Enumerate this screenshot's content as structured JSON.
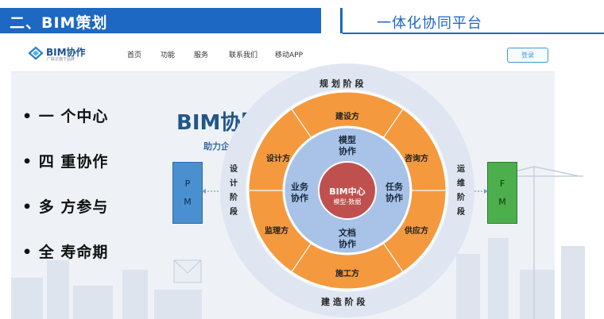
{
  "header": {
    "section_title": "二、BIM策划",
    "platform_title": "一体化协同平台"
  },
  "site": {
    "logo_text": "BIM协作",
    "logo_sub": "广联达旗下品牌",
    "nav": [
      "首页",
      "功能",
      "服务",
      "联系我们",
      "移动APP"
    ],
    "login": "登录",
    "hero_title": "BIM协同",
    "hero_sub": "助力企",
    "pm": [
      "P",
      "M"
    ],
    "fm": [
      "F",
      "M"
    ]
  },
  "bullets": [
    "• 一 个中心",
    "• 四 重协作",
    "• 多 方参与",
    "• 全 寿命期"
  ],
  "phases": {
    "top": "规 划 阶 段",
    "bottom": "建 造 阶 段",
    "left": [
      "设",
      "计",
      "阶",
      "段"
    ],
    "right": [
      "运",
      "维",
      "阶",
      "段"
    ]
  },
  "parties": {
    "top": "建设方",
    "upper_left": "设计方",
    "upper_right": "咨询方",
    "lower_left": "监理方",
    "lower_right": "供应方",
    "bottom": "施工方"
  },
  "collab": {
    "top": [
      "模型",
      "协作"
    ],
    "left": [
      "业务",
      "协作"
    ],
    "right": [
      "任务",
      "协作"
    ],
    "bottom": [
      "文档",
      "协作"
    ]
  },
  "core": {
    "title": "BIM中心",
    "sub": "模型-数据"
  },
  "colors": {
    "header_blue": "#1d68c2",
    "outer_ring": "#dfe6f2",
    "party_orange": "#f5993e",
    "collab_blue": "#a9c3e8",
    "core_red": "#c0504d"
  }
}
